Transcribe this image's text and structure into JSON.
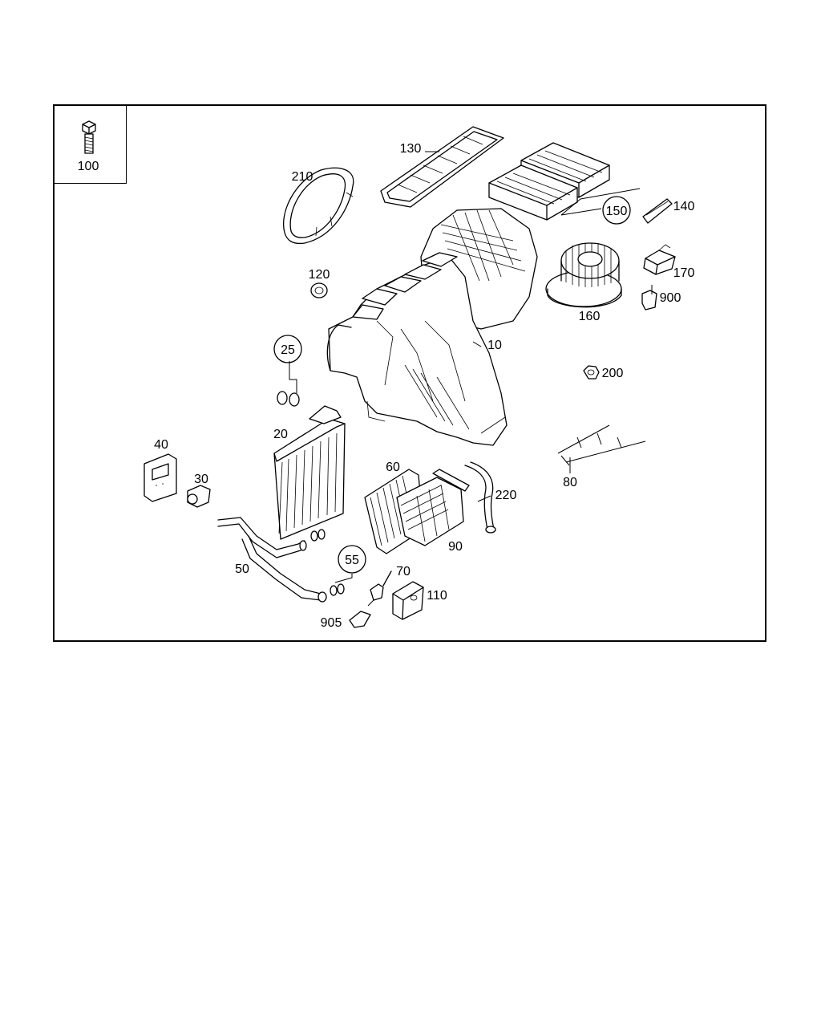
{
  "callouts": {
    "c100": "100",
    "c130": "130",
    "c210": "210",
    "c150": "150",
    "c140": "140",
    "c120": "120",
    "c170": "170",
    "c900": "900",
    "c160": "160",
    "c10": "10",
    "c25": "25",
    "c200": "200",
    "c20": "20",
    "c40": "40",
    "c30": "30",
    "c60": "60",
    "c220": "220",
    "c80": "80",
    "c90": "90",
    "c50": "50",
    "c55": "55",
    "c70": "70",
    "c110": "110",
    "c905": "905"
  }
}
